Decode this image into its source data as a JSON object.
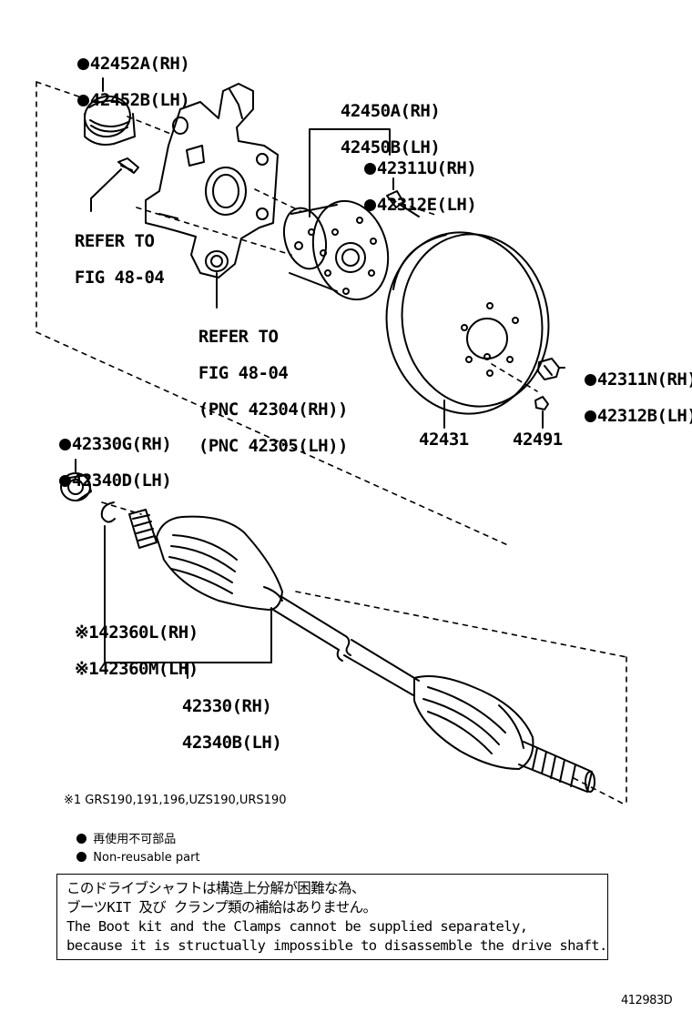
{
  "labels": {
    "part_42452": {
      "rh": "42452A(RH)",
      "lh": "42452B(LH)",
      "non_reusable": true
    },
    "part_42450": {
      "rh": "42450A(RH)",
      "lh": "42450B(LH)"
    },
    "part_42311u": {
      "rh": "42311U(RH)",
      "lh": "42312E(LH)",
      "non_reusable": true
    },
    "refer_upper": {
      "line1": "REFER TO",
      "line2": "FIG 48-04"
    },
    "refer_lower": {
      "line1": "REFER TO",
      "line2": "FIG 48-04",
      "line3": "(PNC 42304(RH))",
      "line4": "(PNC 42305(LH))"
    },
    "part_42311n": {
      "rh": "42311N(RH)",
      "lh": "42312B(LH)",
      "non_reusable": true
    },
    "part_42431": "42431",
    "part_42491": "42491",
    "part_42330g": {
      "rh": "42330G(RH)",
      "lh": "42340D(LH)",
      "non_reusable": true
    },
    "part_42360": {
      "rh": "※142360L(RH)",
      "lh": "※142360M(LH)"
    },
    "part_42330": {
      "rh": "42330(RH)",
      "lh": "42340B(LH)"
    }
  },
  "footnote": "※1 GRS190,191,196,UZS190,URS190",
  "legend": {
    "jp": "再使用不可部品",
    "en": "Non-reusable part"
  },
  "note": {
    "line1": "このドライブシャフトは構造上分解が困難な為、",
    "line2": "ブーツKIT 及び クランプ類の補給はありません。",
    "line3": "The Boot kit and the Clamps cannot be supplied separately,",
    "line4": "because it is structually impossible to disassemble the drive shaft."
  },
  "figure_id": "412983D"
}
